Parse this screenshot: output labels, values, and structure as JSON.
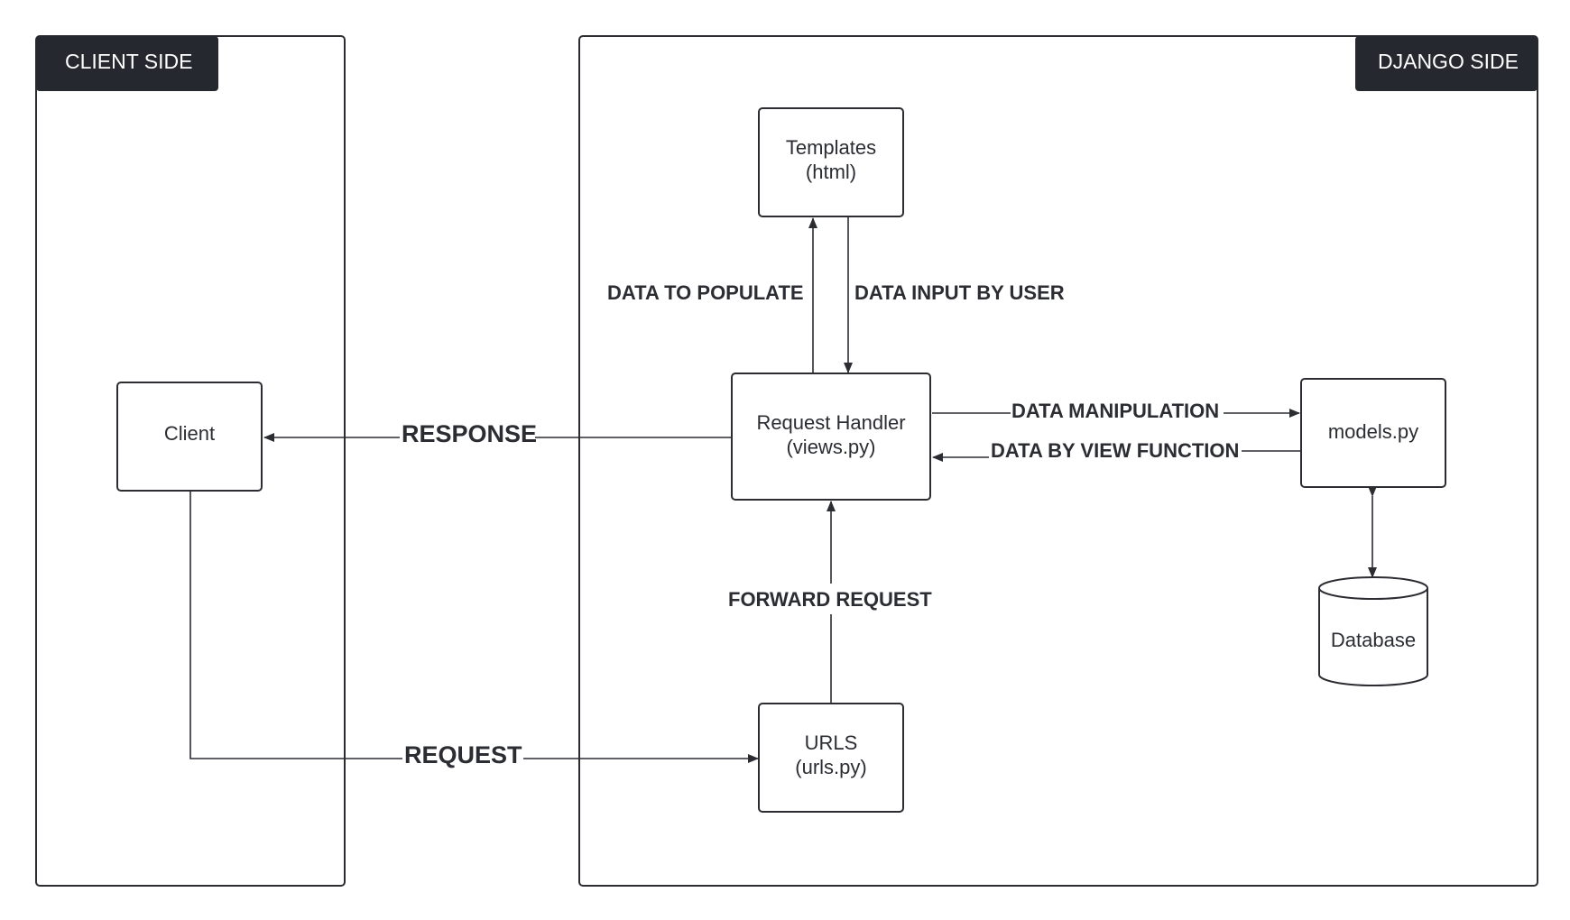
{
  "lanes": {
    "client": {
      "title": "CLIENT SIDE"
    },
    "django": {
      "title": "DJANGO SIDE"
    }
  },
  "nodes": {
    "client": {
      "label": "Client"
    },
    "templates": {
      "line1": "Templates",
      "line2": "(html)"
    },
    "request_handler": {
      "line1": "Request Handler",
      "line2": "(views.py)"
    },
    "urls": {
      "line1": "URLS",
      "line2": "(urls.py)"
    },
    "models": {
      "label": "models.py"
    },
    "database": {
      "label": "Database"
    }
  },
  "edges": {
    "response": "RESPONSE",
    "request": "REQUEST",
    "data_to_populate": "DATA TO POPULATE",
    "data_input_by_user": "DATA INPUT BY USER",
    "data_manipulation": "DATA MANIPULATION",
    "data_by_view_function": "DATA BY VIEW FUNCTION",
    "forward_request": "FORWARD REQUEST"
  },
  "colors": {
    "header_background": "#25282f",
    "stroke": "#2b2d33",
    "header_text": "#ffffff"
  }
}
